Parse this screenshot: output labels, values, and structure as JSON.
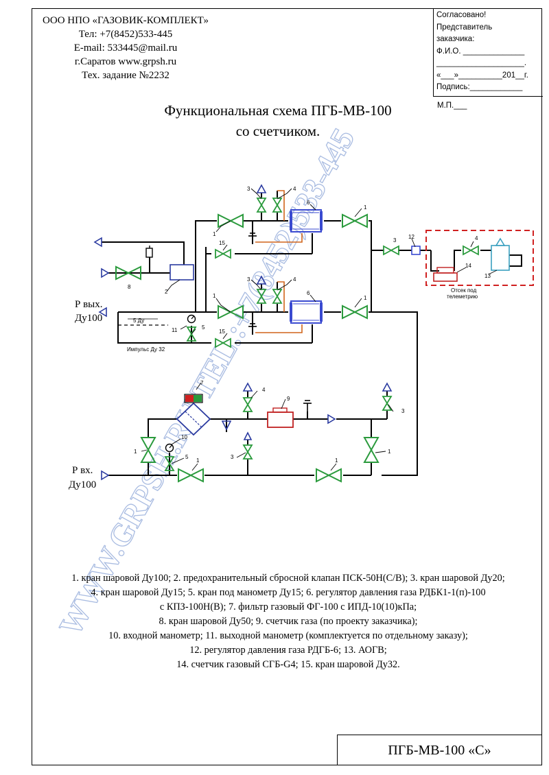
{
  "company": {
    "name": "ООО НПО «ГАЗОВИК-КОМПЛЕКТ»",
    "phone": "Тел: +7(8452)533-445",
    "email": "E-mail: 533445@mail.ru",
    "city_site": "г.Саратов  www.grpsh.ru",
    "task": "Тех. задание №2232"
  },
  "approval": {
    "agreed": "Согласовано!",
    "representative": "Представитель",
    "customer": "заказчика:",
    "fio": "Ф.И.О. ______________",
    "blank_line": "____________________.",
    "date": "«___»__________201__г.",
    "signature": "Подпись:____________",
    "seal": "М.П.___"
  },
  "title": {
    "line1": "Функциональная схема ПГБ-МВ-100",
    "line2": "со счетчиком."
  },
  "labels": {
    "p_out": "Р вых.",
    "du100_out": "Ду100",
    "p_in": "Р вх.",
    "du100_in": "Ду100",
    "five_du": "5 Ду",
    "impulse": "Импульс Ду 32",
    "telemetry_1": "Отсек под",
    "telemetry_2": "телеметрию"
  },
  "numbers": {
    "n1": "1",
    "n2": "2",
    "n3": "3",
    "n4": "4",
    "n5": "5",
    "n6": "6",
    "n7": "7",
    "n8": "8",
    "n9": "9",
    "n10": "10",
    "n11": "11",
    "n12": "12",
    "n13": "13",
    "n14": "14",
    "n15": "15"
  },
  "legend": {
    "line1": "1. кран шаровой Ду100; 2. предохранительный сбросной клапан ПСК-50Н(С/В); 3. кран шаровой Ду20;",
    "line2": "4. кран шаровой Ду15; 5. кран под манометр Ду15; 6. регулятор давления газа РДБК1-1(п)-100",
    "line3": "с КПЗ-100Н(В); 7. фильтр газовый ФГ-100 с ИПД-10(10)кПа;",
    "line4": "8. кран шаровой Ду50; 9. счетчик газа (по проекту заказчика);",
    "line5": "10. входной манометр; 11. выходной манометр (комплектуется по отдельному заказу);",
    "line6": "12. регулятор давления газа РДГБ-6; 13. АОГВ;",
    "line7": "14. счетчик газовый СГБ-G4; 15. кран шаровой Ду32."
  },
  "watermark": {
    "text": "WWW.GRPSH.RU TEL.:+7(8452)533-445"
  },
  "stamp": {
    "text": "ПГБ-МВ-100 «С»"
  },
  "colors": {
    "valve_green": "#2a9a3c",
    "arrow_blue": "#2a3aa0",
    "regulator_blue": "#3a4ad0",
    "impulse_orange": "#d0641a",
    "meter_red": "#c02020",
    "dashed_red": "#d02020",
    "watermark_blue": "#9ab0dc"
  }
}
